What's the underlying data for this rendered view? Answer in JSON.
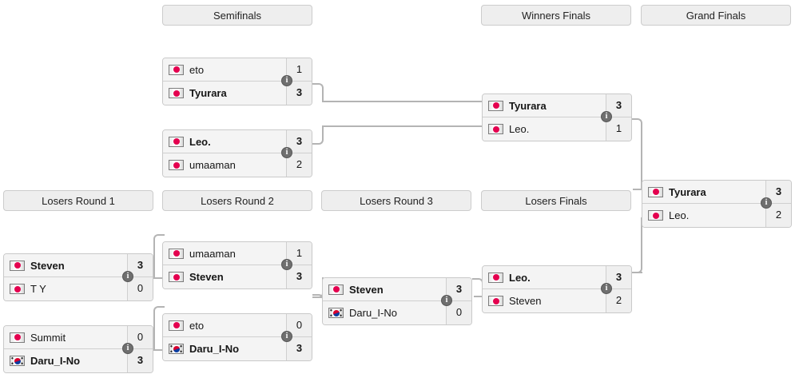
{
  "bracket": {
    "round_headers": [
      {
        "id": "semifinals",
        "label": "Semifinals"
      },
      {
        "id": "winners-finals",
        "label": "Winners Finals"
      },
      {
        "id": "grand-finals",
        "label": "Grand Finals"
      },
      {
        "id": "losers-round-1",
        "label": "Losers Round 1"
      },
      {
        "id": "losers-round-2",
        "label": "Losers Round 2"
      },
      {
        "id": "losers-round-3",
        "label": "Losers Round 3"
      },
      {
        "id": "losers-finals",
        "label": "Losers Finals"
      }
    ],
    "info_icon": "i",
    "matches": [
      {
        "id": "sf1",
        "round": "Semifinals",
        "top": {
          "name": "eto",
          "score": "1",
          "flag": "jp",
          "winner": false
        },
        "bottom": {
          "name": "Tyurara",
          "score": "3",
          "flag": "jp",
          "winner": true
        }
      },
      {
        "id": "sf2",
        "round": "Semifinals",
        "top": {
          "name": "Leo.",
          "score": "3",
          "flag": "jp",
          "winner": true
        },
        "bottom": {
          "name": "umaaman",
          "score": "2",
          "flag": "jp",
          "winner": false
        }
      },
      {
        "id": "wf",
        "round": "Winners Finals",
        "top": {
          "name": "Tyurara",
          "score": "3",
          "flag": "jp",
          "winner": true
        },
        "bottom": {
          "name": "Leo.",
          "score": "1",
          "flag": "jp",
          "winner": false
        }
      },
      {
        "id": "gf",
        "round": "Grand Finals",
        "top": {
          "name": "Tyurara",
          "score": "3",
          "flag": "jp",
          "winner": true
        },
        "bottom": {
          "name": "Leo.",
          "score": "2",
          "flag": "jp",
          "winner": false
        }
      },
      {
        "id": "lr1m1",
        "round": "Losers Round 1",
        "top": {
          "name": "Steven",
          "score": "3",
          "flag": "jp",
          "winner": true
        },
        "bottom": {
          "name": "T Y",
          "score": "0",
          "flag": "jp",
          "winner": false
        }
      },
      {
        "id": "lr1m2",
        "round": "Losers Round 1",
        "top": {
          "name": "Summit",
          "score": "0",
          "flag": "jp",
          "winner": false
        },
        "bottom": {
          "name": "Daru_I-No",
          "score": "3",
          "flag": "kr",
          "winner": true
        }
      },
      {
        "id": "lr2m1",
        "round": "Losers Round 2",
        "top": {
          "name": "umaaman",
          "score": "1",
          "flag": "jp",
          "winner": false
        },
        "bottom": {
          "name": "Steven",
          "score": "3",
          "flag": "jp",
          "winner": true
        }
      },
      {
        "id": "lr2m2",
        "round": "Losers Round 2",
        "top": {
          "name": "eto",
          "score": "0",
          "flag": "jp",
          "winner": false
        },
        "bottom": {
          "name": "Daru_I-No",
          "score": "3",
          "flag": "kr",
          "winner": true
        }
      },
      {
        "id": "lr3m1",
        "round": "Losers Round 3",
        "top": {
          "name": "Steven",
          "score": "3",
          "flag": "jp",
          "winner": true
        },
        "bottom": {
          "name": "Daru_I-No",
          "score": "0",
          "flag": "kr",
          "winner": false
        }
      },
      {
        "id": "lfm1",
        "round": "Losers Finals",
        "top": {
          "name": "Leo.",
          "score": "3",
          "flag": "jp",
          "winner": true
        },
        "bottom": {
          "name": "Steven",
          "score": "2",
          "flag": "jp",
          "winner": false
        }
      }
    ]
  },
  "colors": {
    "box_border": "#c9c9c9",
    "row_bg": "#f4f4f4",
    "score_bg": "#efefef",
    "header_bg": "#eeeeee",
    "connector": "#b4b4b4",
    "info_badge": "#6f6f6f",
    "flag_jp_disc": "#e4004f"
  }
}
